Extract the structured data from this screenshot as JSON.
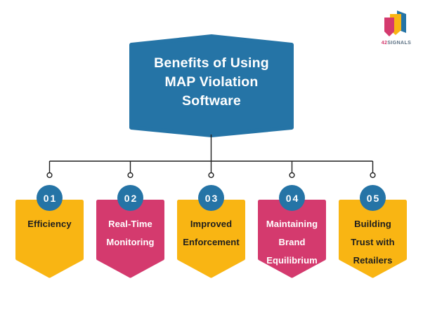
{
  "logo": {
    "icon": "cube-logo",
    "brand_prefix": "42",
    "brand_suffix": "SIGNALS",
    "colors": {
      "pink": "#d43a6e",
      "yellow": "#f9b513",
      "blue": "#2574a6",
      "text_gray": "#5b7083"
    }
  },
  "header": {
    "title": "Benefits of Using MAP Violation Software",
    "title_lines": [
      "Benefits of Using",
      "MAP Violation",
      "Software"
    ],
    "shape_color": "#2574a6",
    "text_color": "#ffffff"
  },
  "connectors": {
    "line_color": "#1e1e1e",
    "node_fill": "#ffffff"
  },
  "items": [
    {
      "number": "01",
      "label": "Efficiency",
      "label_lines": [
        "Efficiency"
      ],
      "banner_color": "#f9b513",
      "text_color": "#1e1e1e",
      "badge_color": "#2574a6"
    },
    {
      "number": "02",
      "label": "Real-Time Monitoring",
      "label_lines": [
        "Real-Time",
        "Monitoring"
      ],
      "banner_color": "#d43a6e",
      "text_color": "#ffffff",
      "badge_color": "#2574a6"
    },
    {
      "number": "03",
      "label": "Improved Enforcement",
      "label_lines": [
        "Improved",
        "Enforcement"
      ],
      "banner_color": "#f9b513",
      "text_color": "#1e1e1e",
      "badge_color": "#2574a6"
    },
    {
      "number": "04",
      "label": "Maintaining Brand Equilibrium",
      "label_lines": [
        "Maintaining",
        "Brand",
        "Equilibrium"
      ],
      "banner_color": "#d43a6e",
      "text_color": "#ffffff",
      "badge_color": "#2574a6"
    },
    {
      "number": "05",
      "label": "Building Trust with Retailers",
      "label_lines": [
        "Building",
        "Trust with",
        "Retailers"
      ],
      "banner_color": "#f9b513",
      "text_color": "#1e1e1e",
      "badge_color": "#2574a6"
    }
  ]
}
